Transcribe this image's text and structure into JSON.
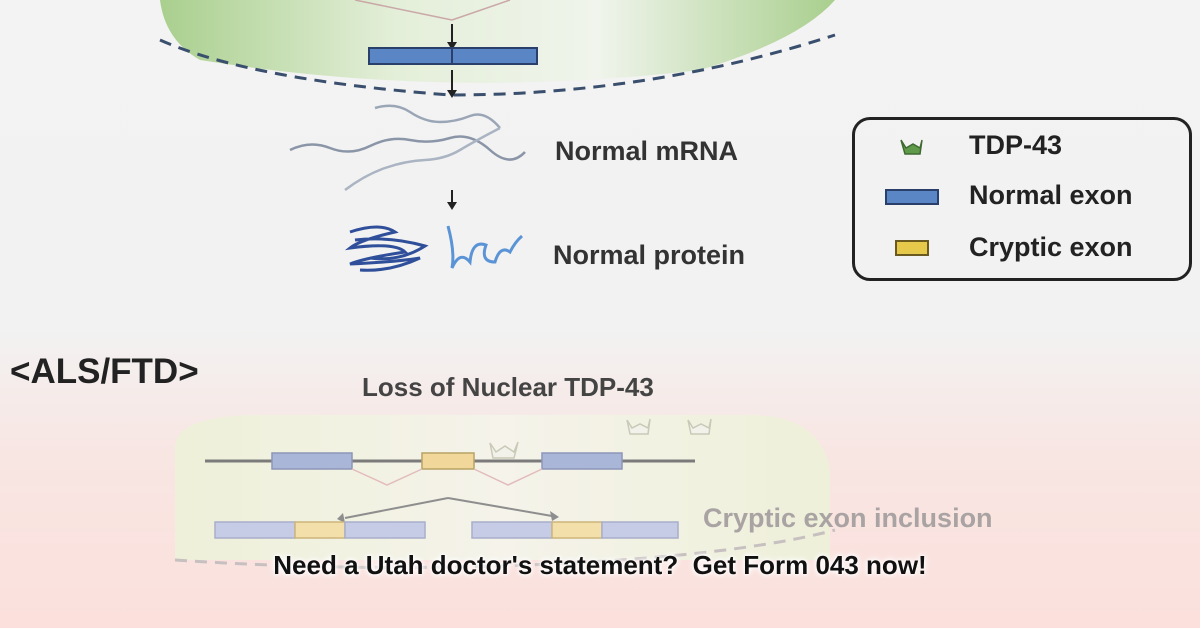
{
  "top_panel": {
    "normal_mrna_label": "Normal mRNA",
    "normal_protein_label": "Normal protein"
  },
  "legend": {
    "items": [
      {
        "label": "TDP-43",
        "color": "#5f9a4a",
        "icon": "tdp43-icon"
      },
      {
        "label": "Normal exon",
        "color": "#5a86c5",
        "icon": "normal-exon-swatch"
      },
      {
        "label": "Cryptic exon",
        "color": "#e6c84a",
        "icon": "cryptic-exon-swatch"
      }
    ]
  },
  "bottom_panel": {
    "section_title": "<ALS/FTD>",
    "subtitle": "Loss of Nuclear TDP-43",
    "cryptic_label": "Cryptic exon inclusion"
  },
  "caption": "Need a Utah doctor's statement?  Get Form 043 now!",
  "colors": {
    "normal_exon": "#5a86c5",
    "cryptic_exon": "#e6c84a",
    "nucleus_green": "#b8d7a0",
    "faded_exon": "#a9b6d8",
    "faded_cryptic": "#f1d89a"
  }
}
